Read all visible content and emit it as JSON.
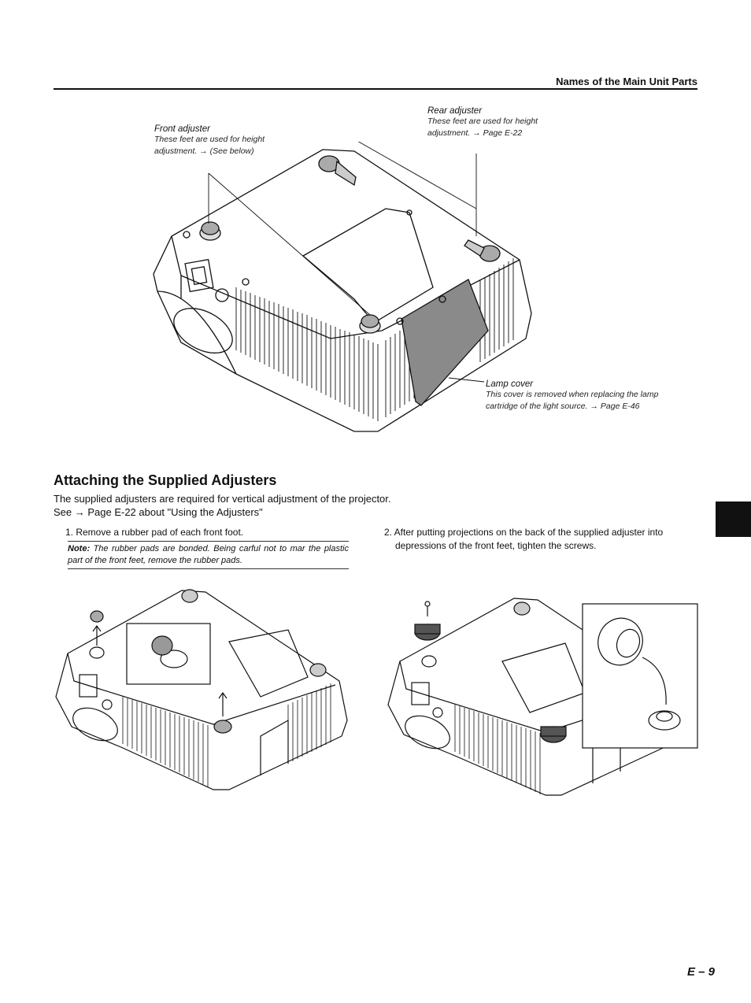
{
  "header": {
    "title": "Names of the Main Unit Parts"
  },
  "callouts": {
    "front_adjuster": {
      "title": "Front adjuster",
      "line1": "These feet are used for height",
      "line2": "adjustment. → (See below)"
    },
    "rear_adjuster": {
      "title": "Rear adjuster",
      "line1": "These feet are used for height",
      "line2": "adjustment. → Page E-22"
    },
    "lamp_cover": {
      "title": "Lamp cover",
      "line1": "This cover is removed when replacing the lamp",
      "line2": "cartridge of the light source. → Page E-46"
    }
  },
  "section": {
    "title": "Attaching the Supplied Adjusters",
    "intro_line1": "The supplied adjusters are required for vertical adjustment of the projector.",
    "intro_line2": "See → Page E-22 about \"Using the Adjusters\""
  },
  "steps": {
    "step1": "1. Remove a rubber pad of each front foot.",
    "note_label": "Note:",
    "note_text": " The rubber pads are bonded. Being carful not to mar the plastic part of the front feet, remove the rubber pads.",
    "step2_line1": "2. After putting projections on the back of the supplied adjuster into",
    "step2_line2": "depressions of the front feet, tighten the screws."
  },
  "footer": {
    "page_number": "E – 9"
  },
  "colors": {
    "ink": "#111111",
    "lamp_cover_fill": "#8a8a8a",
    "tab_fill": "#111111"
  }
}
